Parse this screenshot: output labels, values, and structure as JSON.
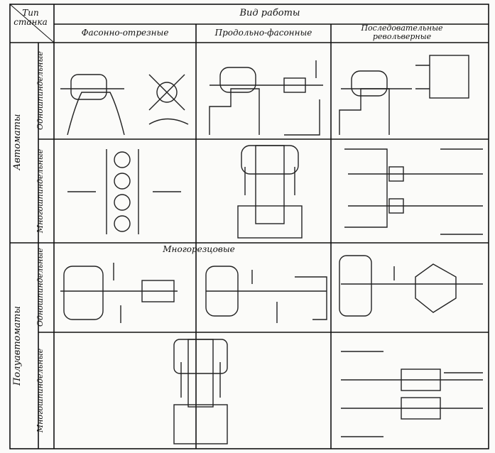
{
  "header": {
    "machine_type": "Тип станка",
    "work_type": "Вид работы"
  },
  "columns": [
    {
      "label": "Фасонно-отрезные"
    },
    {
      "label": "Продольно-фасонные"
    },
    {
      "label": "Последовательные револьверные"
    }
  ],
  "groups": [
    {
      "label": "Автоматы",
      "rows": [
        {
          "label": "Одношпиндельные"
        },
        {
          "label": "Многошпиндельные"
        }
      ]
    },
    {
      "label": "Полуавтоматы",
      "rows": [
        {
          "label": "Одношпиндельные"
        },
        {
          "label": "Многошпиндельные"
        }
      ]
    }
  ],
  "spanning_label": "Многорезцовые"
}
